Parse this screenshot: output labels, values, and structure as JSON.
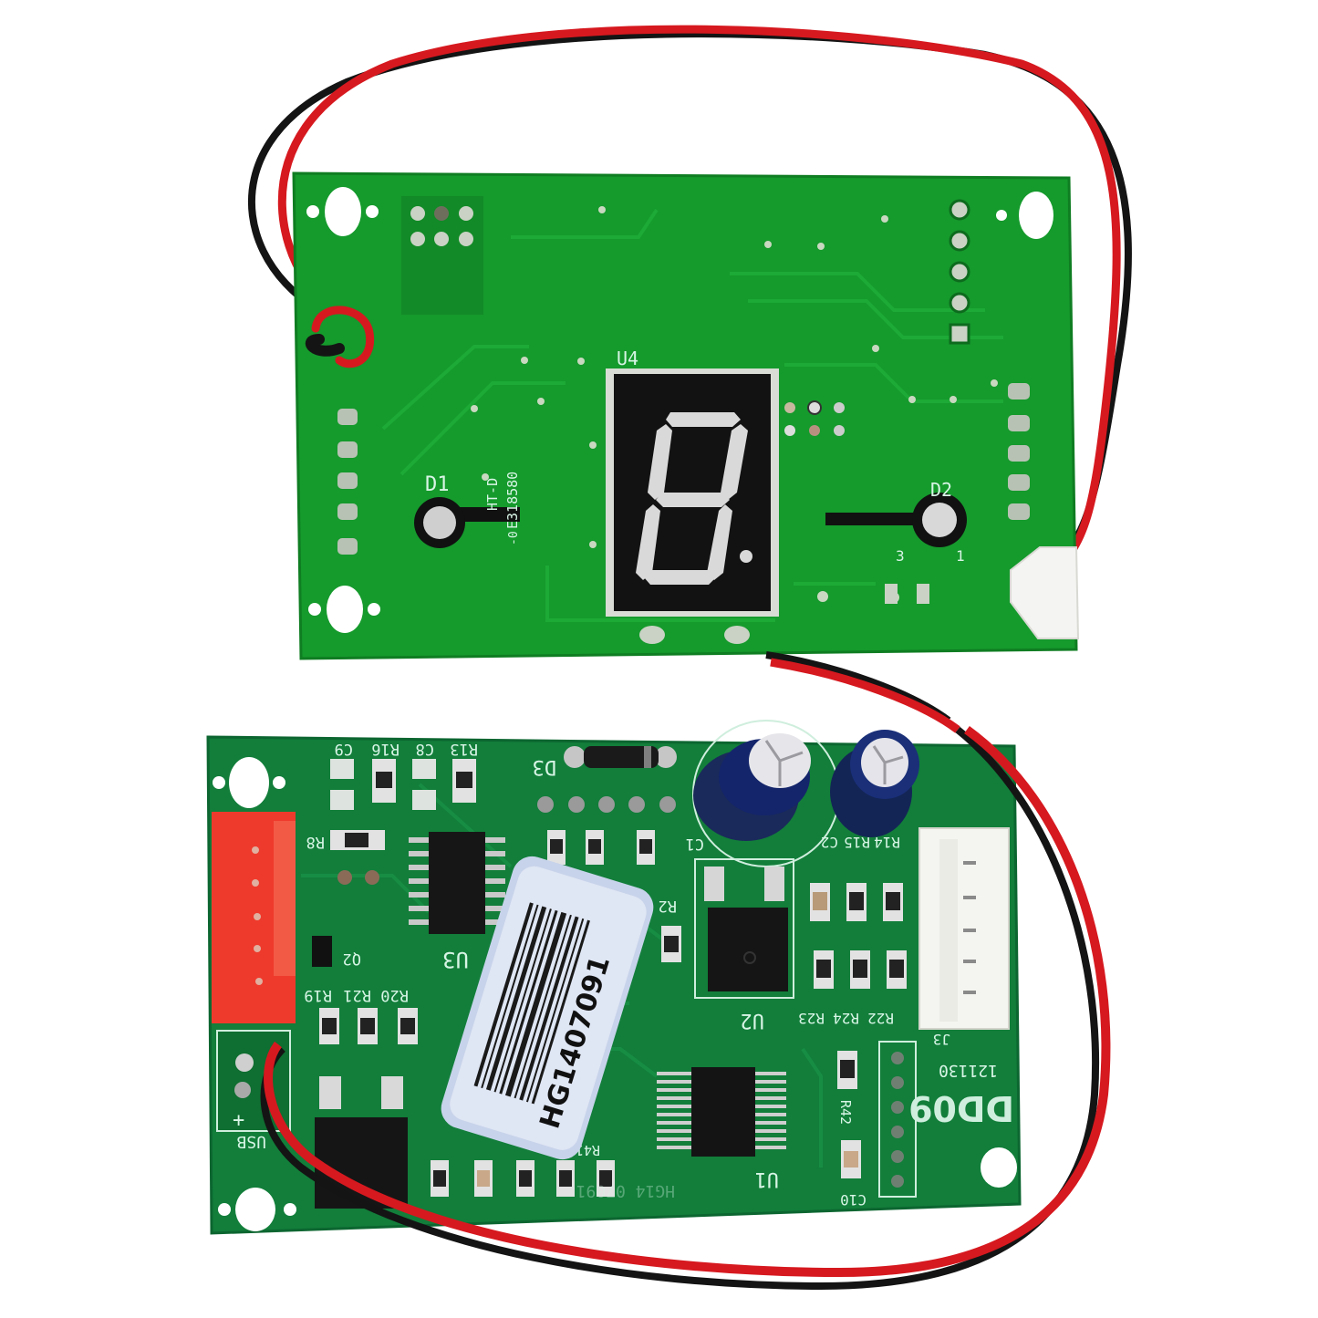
{
  "scene": {
    "description": "Two green printed circuit boards connected by red and black wires on a white background",
    "background_color": "#ffffff"
  },
  "top_board": {
    "color": "#159a2c",
    "display": {
      "ref": "U4",
      "digit": "8",
      "segment_color": "#d9d9d9",
      "body_color": "#121212"
    },
    "labels": {
      "d1": "D1",
      "d2": "D2",
      "pin3": "3",
      "pin1": "1",
      "ul_text": "HT-D",
      "cert": "E318580",
      "marks": "-0"
    }
  },
  "bottom_board": {
    "color": "#127e3a",
    "labels": {
      "c9": "C9",
      "r16": "R16",
      "c8": "C8",
      "r13": "R13",
      "d3": "D3",
      "r8": "R8",
      "q2": "Q2",
      "u3": "U3",
      "r21": "R21",
      "r19": "R19",
      "r20": "R20",
      "c1": "C1",
      "r2": "R2",
      "u2": "U2",
      "u1": "U1",
      "r14": "R14",
      "r15": "R15",
      "c2": "C2",
      "r24": "R24",
      "r23": "R23",
      "r22": "R22",
      "j3": "J3",
      "r42": "R42",
      "c10": "C10",
      "r41": "R41",
      "model": "DD09",
      "date": "121130",
      "usb": "USB",
      "plus": "+",
      "silk_serial": "HG14 07091"
    },
    "barcode_label": {
      "serial": "HG1407091",
      "color": "#c8d4ea"
    }
  },
  "wires": {
    "red": "#d6191f",
    "black": "#141414"
  }
}
